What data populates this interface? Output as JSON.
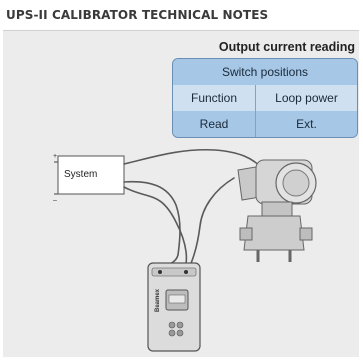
{
  "header": {
    "title": "UPS-II CALIBRATOR TECHNICAL NOTES"
  },
  "diagram": {
    "subtitle": "Output current reading",
    "switch_table": {
      "title": "Switch positions",
      "headers": [
        "Function",
        "Loop power"
      ],
      "values": [
        "Read",
        "Ext."
      ]
    },
    "system_box": {
      "label": "System",
      "plus": "+",
      "minus": "–"
    },
    "calibrator": {
      "label": "Beamex"
    }
  }
}
